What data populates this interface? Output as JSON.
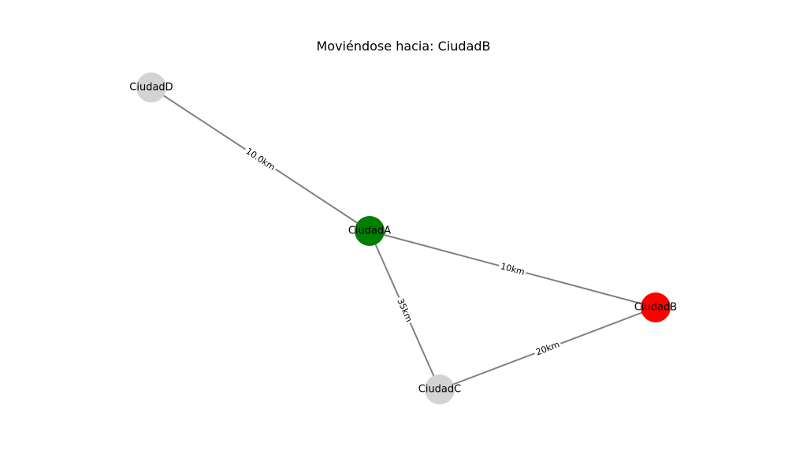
{
  "title": "Moviéndose hacia: CiudadB",
  "colors": {
    "current": "#008000",
    "target": "#ff0000",
    "default": "#d3d3d3",
    "edge": "#808080"
  },
  "nodes": [
    {
      "id": "CiudadA",
      "label": "CiudadA",
      "role": "current"
    },
    {
      "id": "CiudadB",
      "label": "CiudadB",
      "role": "target"
    },
    {
      "id": "CiudadC",
      "label": "CiudadC",
      "role": "default"
    },
    {
      "id": "CiudadD",
      "label": "CiudadD",
      "role": "default"
    }
  ],
  "edges": [
    {
      "from": "CiudadD",
      "to": "CiudadA",
      "label": "10.0km"
    },
    {
      "from": "CiudadA",
      "to": "CiudadB",
      "label": "10km"
    },
    {
      "from": "CiudadA",
      "to": "CiudadC",
      "label": "35km"
    },
    {
      "from": "CiudadC",
      "to": "CiudadB",
      "label": "20km"
    }
  ]
}
